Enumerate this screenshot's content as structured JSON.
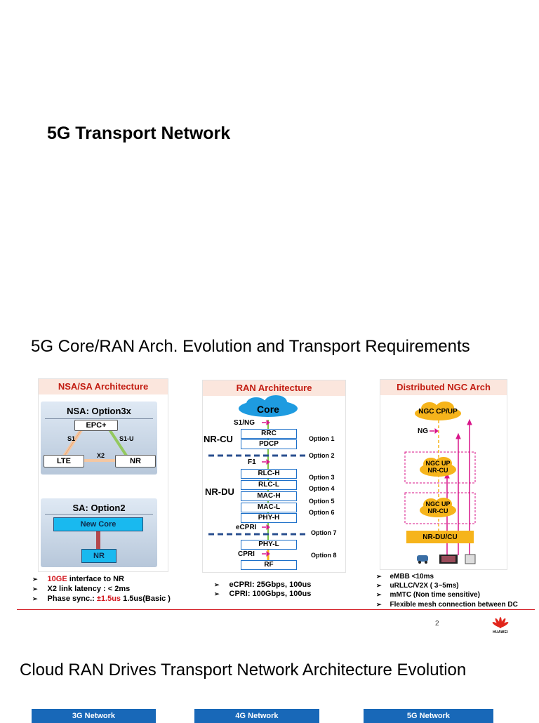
{
  "slide1": {
    "title": "5G Transport Network"
  },
  "slide2": {
    "title": "5G Core/RAN Arch. Evolution and Transport Requirements",
    "panel_nsa": {
      "heading": "NSA/SA Architecture",
      "nsa_title": "NSA: Option3x",
      "epc": "EPC+",
      "s1": "S1",
      "s1u": "S1-U",
      "x2": "X2",
      "lte": "LTE",
      "nr": "NR",
      "sa_title": "SA: Option2",
      "new_core": "New Core",
      "sa_nr": "NR",
      "bullets": [
        {
          "highlight": "10GE",
          "text": " interface to NR"
        },
        {
          "highlight": "",
          "text": "X2 link latency : < 2ms"
        },
        {
          "highlight": "±1.5us",
          "prefix": "Phase sync.: ",
          "text": " 1.5us(Basic )"
        }
      ]
    },
    "panel_ran": {
      "heading": "RAN Architecture",
      "core": "Core",
      "s1ng": "S1/NG",
      "nrcu": "NR-CU",
      "nrdu": "NR-DU",
      "f1": "F1",
      "ecpri": "eCPRI",
      "cpri": "CPRI",
      "layers": [
        "RRC",
        "PDCP",
        "RLC-H",
        "RLC-L",
        "MAC-H",
        "MAC-L",
        "PHY-H",
        "PHY-L",
        "RF"
      ],
      "options": [
        "Option 1",
        "Option 2",
        "Option 3",
        "Option 4",
        "Option 5",
        "Option 6",
        "Option 7",
        "Option 8"
      ],
      "bullets": [
        "eCPRI: 25Gbps, 100us",
        "CPRI: 100Gbps, 100us"
      ]
    },
    "panel_ngc": {
      "heading": "Distributed NGC Arch",
      "cp_up": "NGC CP/UP",
      "ng": "NG",
      "up1": "NGC UP",
      "cu1": "NR-CU",
      "up2": "NGC UP",
      "cu2": "NR-CU",
      "nrducu": "NR-DU/CU",
      "bullets": [
        "eMBB <10ms",
        "uRLLC/V2X ( 3~5ms)",
        "mMTC (Non time sensitive)",
        "Flexible mesh connection between DC"
      ]
    },
    "page_number": "2",
    "logo_text": "HUAWEI"
  },
  "slide3": {
    "title": "Cloud RAN Drives Transport Network Architecture Evolution",
    "tabs": [
      "3G Network",
      "4G Network",
      "5G Network"
    ]
  },
  "colors": {
    "accent_red": "#c21d12",
    "layer_blue": "#1d70c9",
    "magenta": "#d8168a",
    "green": "#7ac143",
    "gold": "#f6b41b"
  }
}
